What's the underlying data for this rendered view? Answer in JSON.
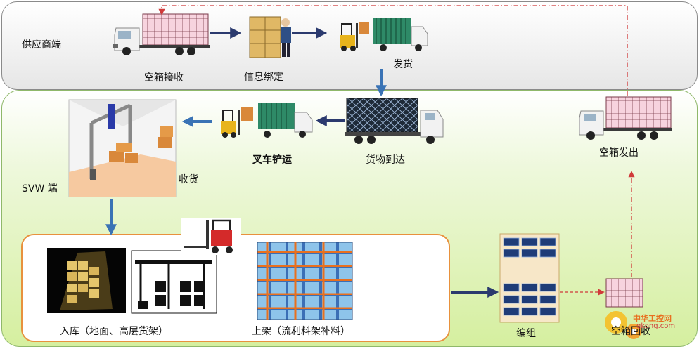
{
  "zones": {
    "supplier": "供应商端",
    "svw": "SVW 端"
  },
  "supplier_steps": {
    "empty_box_receive": "空箱接收",
    "info_binding": "信息绑定",
    "shipping": "发货"
  },
  "svw_steps": {
    "goods_arrival": "货物到达",
    "forklift_transport": "叉车铲运",
    "receiving": "收货",
    "inbound": "入库（地面、高层货架）",
    "shelving": "上架（流利料架补料）",
    "grouping": "编组",
    "empty_box_recycle": "空箱回收",
    "empty_box_dispatch": "空箱发出"
  },
  "watermark": {
    "name": "中华工控网",
    "url": "gkong.com"
  },
  "colors": {
    "arrow_blue": "#3a73b5",
    "arrow_red": "#d03a3a",
    "supplier_zone": "#e6e6e6",
    "svw_zone": "#d5ef9f",
    "storage_border": "#e8913d"
  }
}
